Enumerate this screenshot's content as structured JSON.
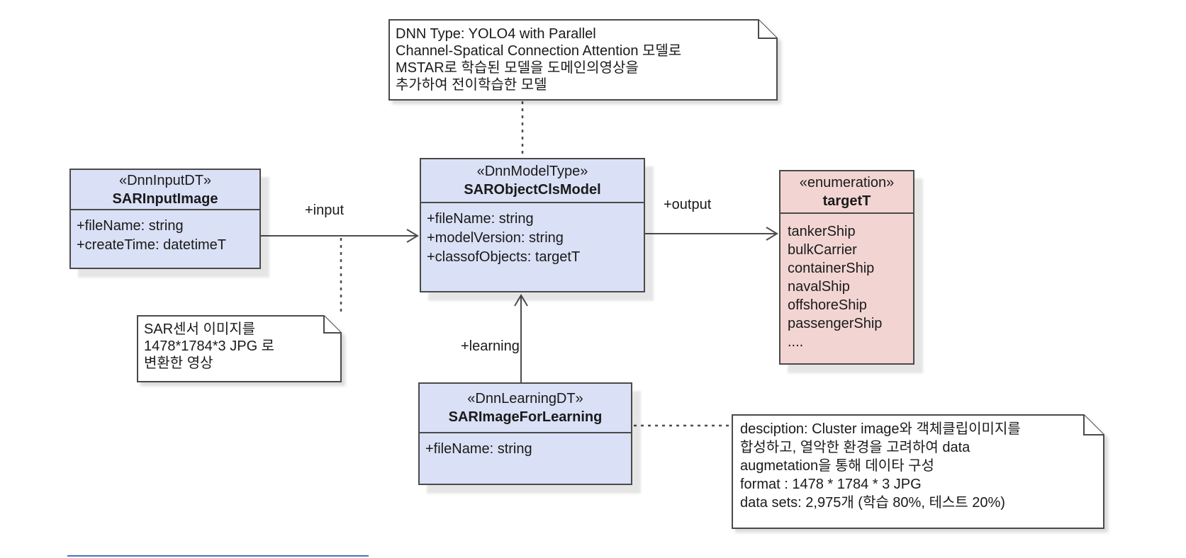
{
  "notes": {
    "top": {
      "lines": [
        "DNN Type: YOLO4 with Parallel",
        "Channel-Spatical Connection Attention 모델로",
        "MSTAR로 학습된 모델을 도메인의영상을",
        "추가하여 전이학습한 모델"
      ]
    },
    "left": {
      "lines": [
        "SAR센서 이미지를",
        "1478*1784*3 JPG 로",
        "변환한 영상"
      ]
    },
    "bottom_right": {
      "lines": [
        "desciption: Cluster image와 객체클립이미지를",
        "합성하고, 열악한 환경을 고려하여 data",
        "augmetation을 통해 데이타 구성",
        "format : 1478 * 1784 * 3 JPG",
        "data sets: 2,975개 (학습 80%, 테스트 20%)"
      ]
    }
  },
  "classes": {
    "sar_input_image": {
      "stereotype": "«DnnInputDT»",
      "name": "SARInputImage",
      "attributes": [
        "+fileName: string",
        "+createTime: datetimeT"
      ]
    },
    "sar_object_cls_model": {
      "stereotype": "«DnnModelType»",
      "name": "SARObjectClsModel",
      "attributes": [
        "+fileName: string",
        "+modelVersion: string",
        "+classofObjects: targetT"
      ]
    },
    "target_t": {
      "stereotype": "«enumeration»",
      "name": "targetT",
      "values": [
        "tankerShip",
        "bulkCarrier",
        "containerShip",
        "navalShip",
        "offshoreShip",
        "passengerShip",
        "...."
      ]
    },
    "sar_image_for_learning": {
      "stereotype": "«DnnLearningDT»",
      "name": "SARImageForLearning",
      "attributes": [
        "+fileName: string"
      ]
    }
  },
  "edge_labels": {
    "input": "+input",
    "output": "+output",
    "learning": "+learning"
  },
  "colors": {
    "class_fill": "#dae0f5",
    "enum_fill": "#f2d5d3",
    "stroke": "#4a4a4a",
    "note_fill": "#ffffff",
    "canvas_bg": "#ffffff",
    "accent_line": "#4472c4"
  }
}
